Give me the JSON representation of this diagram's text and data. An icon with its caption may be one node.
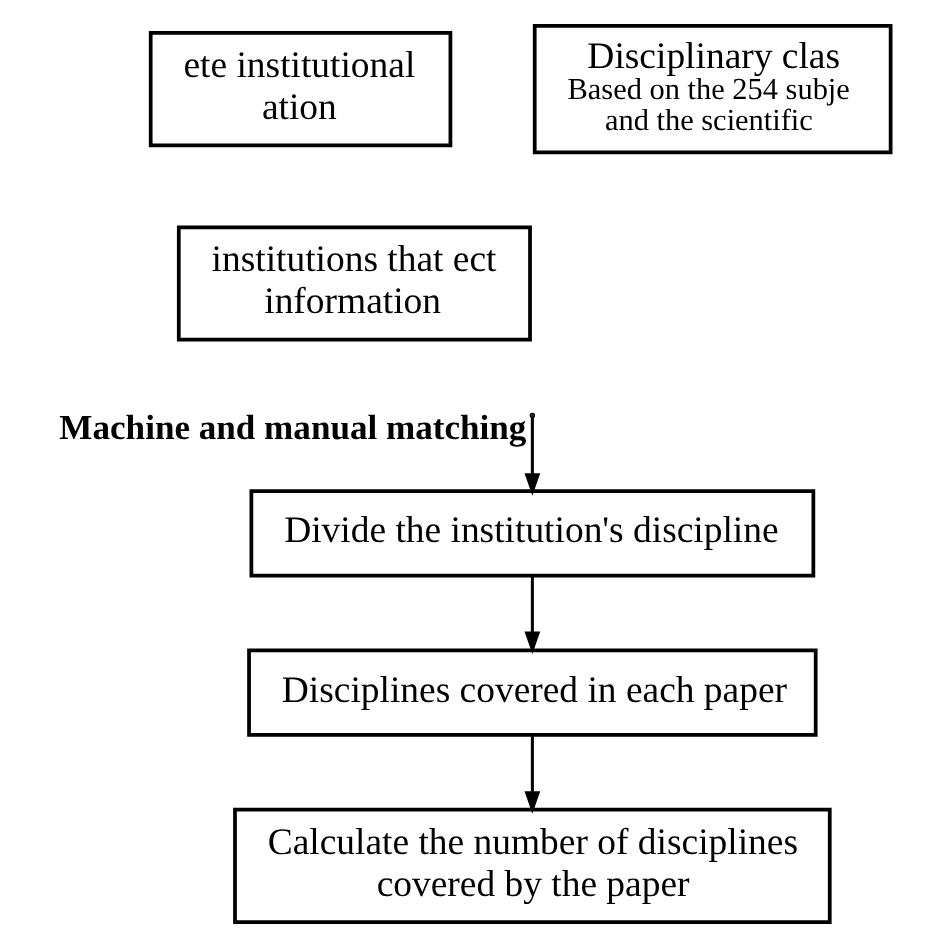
{
  "diagram": {
    "nodes": [
      {
        "text": [
          "ete institutional ation"
        ]
      },
      {
        "text": [
          "institutions that ect information"
        ]
      },
      {
        "text": [
          "Disciplinary clas",
          "Based on the 254 subje and the scientific"
        ]
      },
      {
        "text": [
          "Divide the institution's discipline"
        ]
      },
      {
        "text": [
          "Disciplines covered in each paper"
        ]
      },
      {
        "text": [
          "Calculate the number of disciplines covered by the paper"
        ]
      }
    ],
    "edges": [
      {
        "from": null,
        "to": 3,
        "arrow": "to",
        "label": "Machine and manual matching"
      },
      {
        "from": 3,
        "to": 4,
        "arrow": "to"
      },
      {
        "from": 4,
        "to": 5,
        "arrow": "to"
      }
    ]
  }
}
